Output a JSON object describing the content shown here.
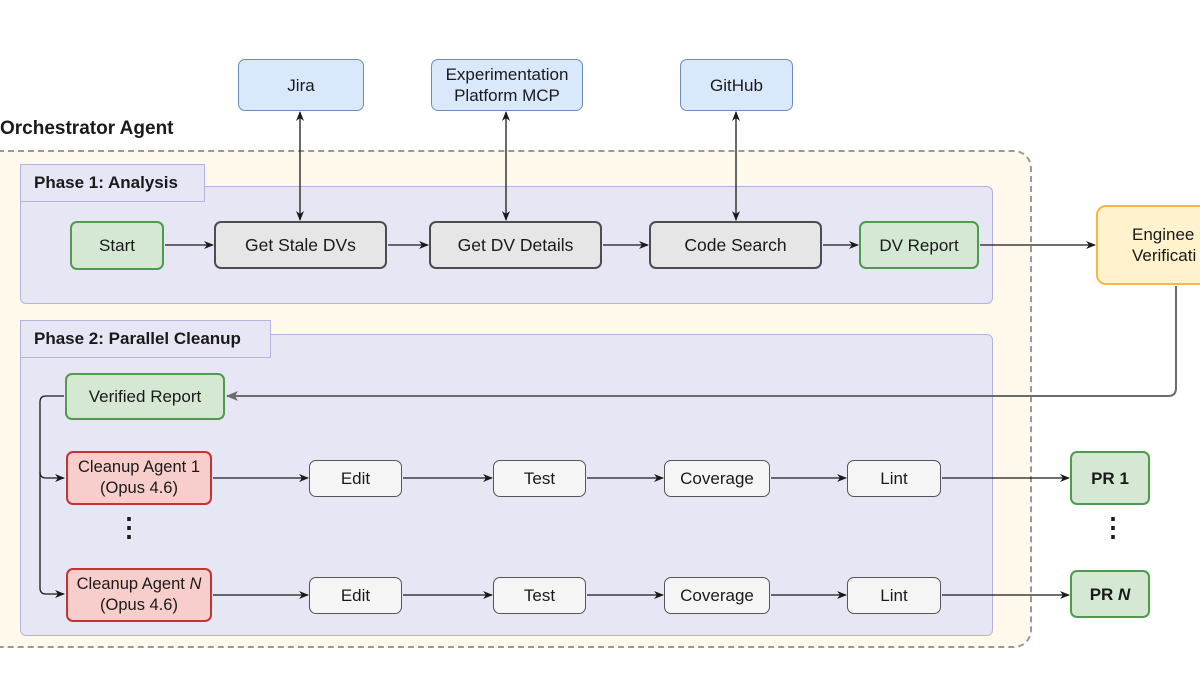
{
  "orchestrator": {
    "title": "Orchestrator Agent"
  },
  "external": {
    "jira": "Jira",
    "exp_line1": "Experimentation",
    "exp_line2": "Platform MCP",
    "github": "GitHub"
  },
  "phase1": {
    "title": "Phase 1: Analysis",
    "start": "Start",
    "get_stale": "Get Stale DVs",
    "get_details": "Get DV Details",
    "code_search": "Code Search",
    "dv_report": "DV Report"
  },
  "engineer": {
    "line1": "Enginee",
    "line2": "Verificati"
  },
  "phase2": {
    "title": "Phase 2: Parallel Cleanup",
    "verified_report": "Verified Report",
    "agent1_line1": "Cleanup Agent 1",
    "agent1_line2": "(Opus 4.6)",
    "agentN_line1_prefix": "Cleanup Agent ",
    "agentN_line1_var": "N",
    "agentN_line2": "(Opus 4.6)",
    "steps": [
      "Edit",
      "Test",
      "Coverage",
      "Lint"
    ],
    "pr1_prefix": "PR ",
    "pr1_num": "1",
    "prN_prefix": "PR ",
    "prN_var": "N",
    "vdots": "⋮"
  },
  "colors": {
    "external_fill": "#dae8fc",
    "process_fill": "#e6e6e6",
    "terminal_fill": "#d5e8d4",
    "agent_fill": "#f8cecc",
    "step_fill": "#f5f5f5",
    "engineer_fill": "#fff2cc",
    "phase_fill": "#e6e6f5",
    "orchestrator_fill": "#fef9ea"
  }
}
